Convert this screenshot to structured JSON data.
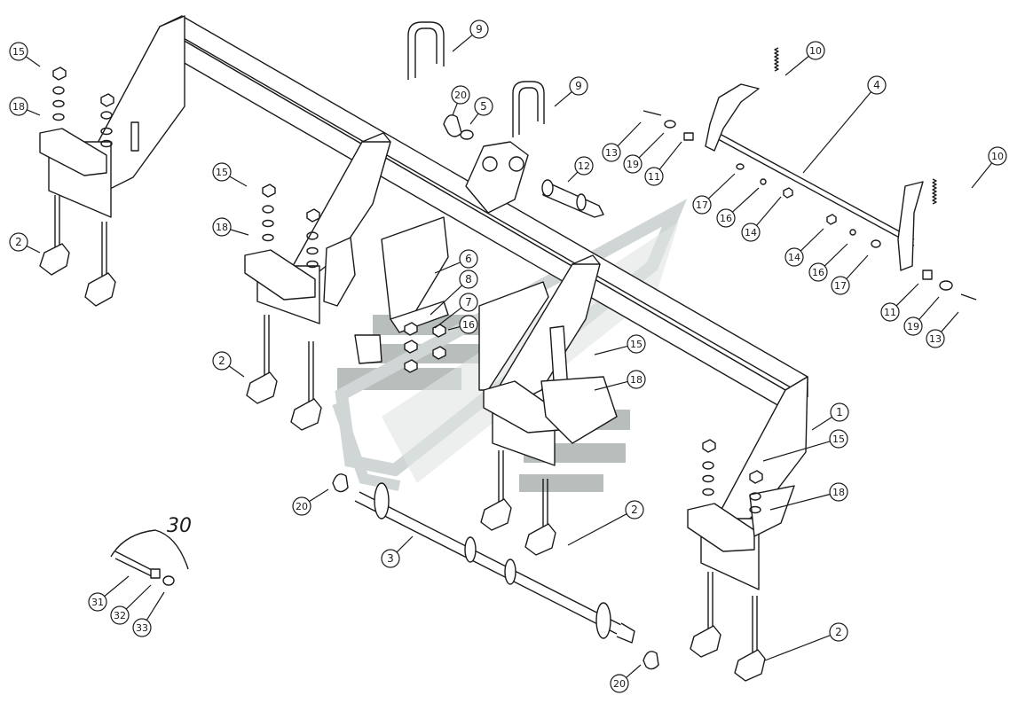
{
  "callouts": [
    {
      "label": "15"
    },
    {
      "label": "18"
    },
    {
      "label": "2"
    },
    {
      "label": "15"
    },
    {
      "label": "18"
    },
    {
      "label": "2"
    },
    {
      "label": "9"
    },
    {
      "label": "9"
    },
    {
      "label": "20"
    },
    {
      "label": "5"
    },
    {
      "label": "13"
    },
    {
      "label": "19"
    },
    {
      "label": "11"
    },
    {
      "label": "12"
    },
    {
      "label": "10"
    },
    {
      "label": "4"
    },
    {
      "label": "10"
    },
    {
      "label": "17"
    },
    {
      "label": "16"
    },
    {
      "label": "14"
    },
    {
      "label": "14"
    },
    {
      "label": "16"
    },
    {
      "label": "17"
    },
    {
      "label": "11"
    },
    {
      "label": "19"
    },
    {
      "label": "13"
    },
    {
      "label": "6"
    },
    {
      "label": "8"
    },
    {
      "label": "7"
    },
    {
      "label": "16"
    },
    {
      "label": "15"
    },
    {
      "label": "18"
    },
    {
      "label": "1"
    },
    {
      "label": "15"
    },
    {
      "label": "18"
    },
    {
      "label": "2"
    },
    {
      "label": "2"
    },
    {
      "label": "20"
    },
    {
      "label": "3"
    },
    {
      "label": "20"
    },
    {
      "label": "31"
    },
    {
      "label": "32"
    },
    {
      "label": "33"
    }
  ],
  "assembly_group": {
    "label": "30"
  },
  "colors": {
    "line": "#1a1a1a",
    "watermark": "#8a9a96",
    "watermark_dark": "#6d7d79",
    "background": "#ffffff"
  }
}
